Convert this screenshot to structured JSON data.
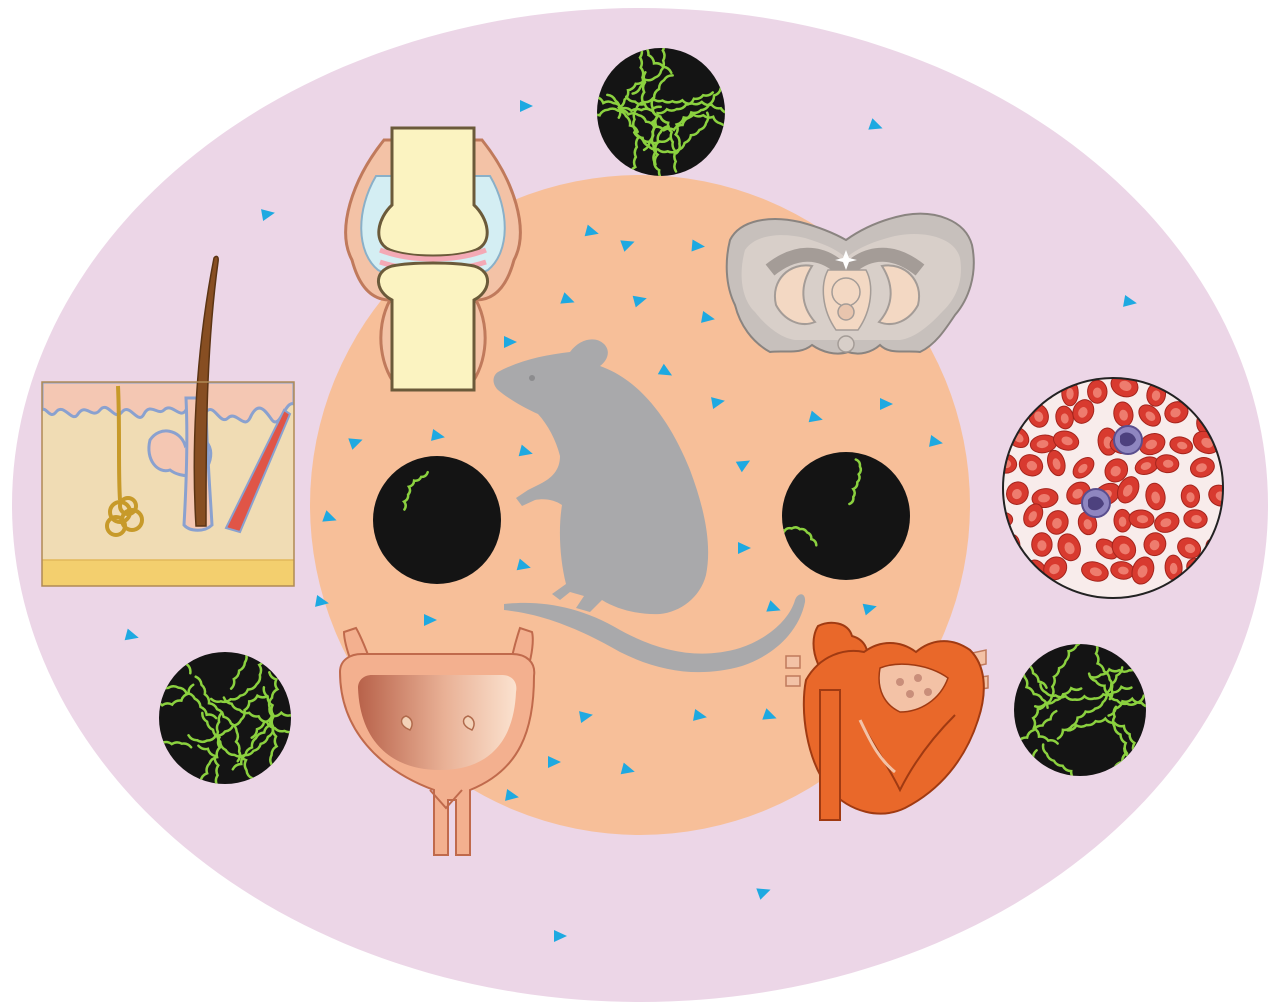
{
  "figure": {
    "colors": {
      "outer_ellipse": "#ecd6e7",
      "inner_circle": "#f7bf99",
      "mouse": "#a9a9ab",
      "triangle": "#1ea9e1",
      "spirochete": "#8bd13f",
      "dark_field": "#141414",
      "skin_dermis": "#f0dcb4",
      "skin_fat": "#f3cf6e",
      "bone": "#fbf3c1",
      "heart": "#e9682a",
      "bladder": "#f3b08f",
      "brain": "#c7c0bc",
      "rbc": "#d83a2f",
      "wbc": "#8f86c0"
    },
    "icons": [
      "mouse-silhouette",
      "skin-hair-follicle",
      "knee-joint",
      "brain-section",
      "blood-smear",
      "heart",
      "bladder",
      "spirochete-micrograph"
    ]
  }
}
